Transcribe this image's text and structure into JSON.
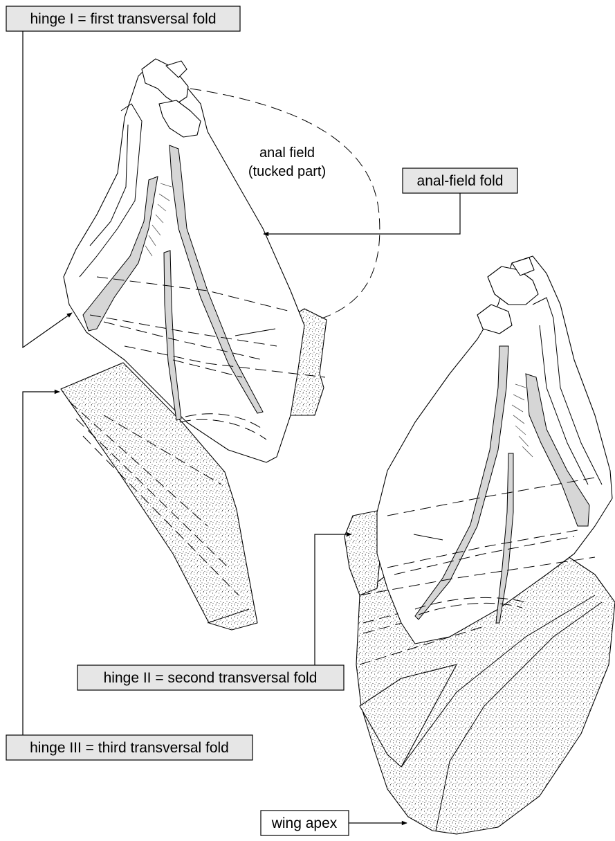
{
  "labels": {
    "hinge_i": "hinge I = first transversal fold",
    "anal_field_fold": "anal-field fold",
    "anal_field_line1": "anal field",
    "anal_field_line2": "(tucked part)",
    "hinge_ii": "hinge II = second transversal fold",
    "hinge_iii": "hinge III = third transversal fold",
    "wing_apex": "wing apex"
  },
  "colors": {
    "label_fill": "#e6e6e6",
    "vein_fill": "#d6d6d6",
    "stipple": "#000000"
  }
}
